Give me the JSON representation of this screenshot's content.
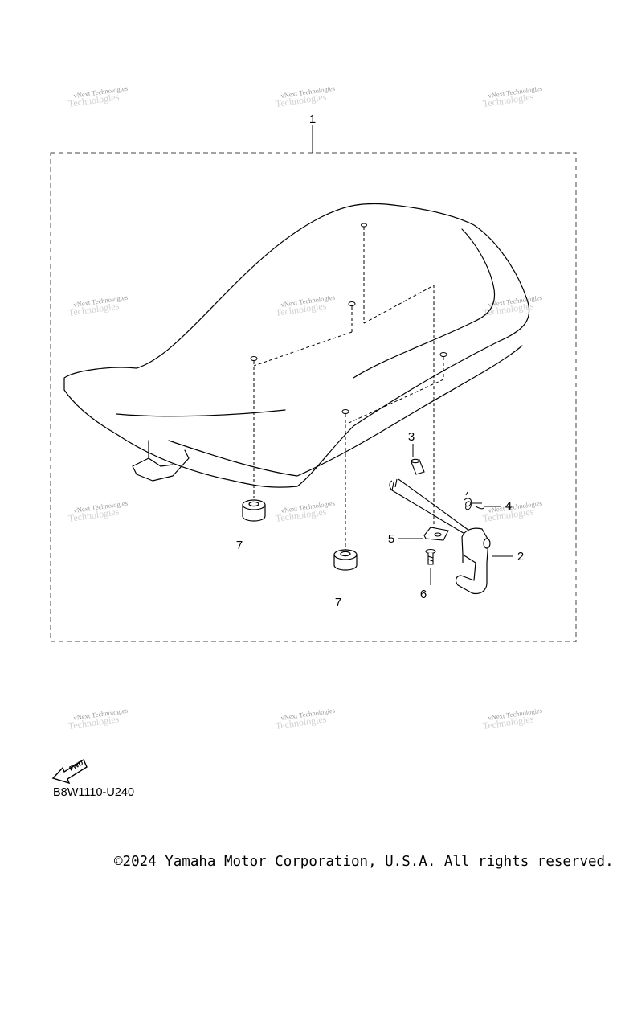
{
  "diagram": {
    "callouts": [
      {
        "id": "1",
        "label": "1"
      },
      {
        "id": "2",
        "label": "2"
      },
      {
        "id": "3",
        "label": "3"
      },
      {
        "id": "4",
        "label": "4"
      },
      {
        "id": "5",
        "label": "5"
      },
      {
        "id": "6",
        "label": "6"
      },
      {
        "id": "7a",
        "label": "7"
      },
      {
        "id": "7b",
        "label": "7"
      }
    ],
    "fwd_label": "FWD",
    "watermark_line1": "vNext Technologies",
    "watermark_line2": "Technologies"
  },
  "footer": {
    "diagram_code": "B8W1110-U240",
    "copyright": "©2024 Yamaha Motor Corporation, U.S.A. All rights reserved."
  }
}
